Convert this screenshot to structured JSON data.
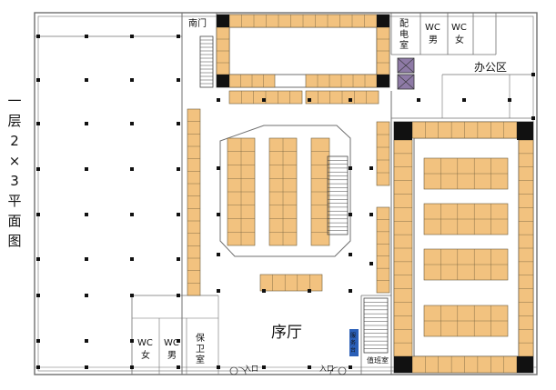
{
  "title_chars": [
    "一",
    "层",
    "2",
    "×",
    "3",
    "平",
    "面",
    "图"
  ],
  "labels": {
    "south_gate": "南门",
    "power_room": [
      "配",
      "电",
      "室"
    ],
    "wc_male_top": [
      "WC",
      "男"
    ],
    "wc_female_top": [
      "WC",
      "女"
    ],
    "office_area": "办公区",
    "lobby": "序厅",
    "wc_female_bottom": [
      "WC",
      "女"
    ],
    "wc_male_bottom": [
      "WC",
      "男"
    ],
    "guard_room": [
      "保",
      "卫",
      "室"
    ],
    "entrance_left": "入口",
    "entrance_right": "入口",
    "service_desk": [
      "服",
      "务",
      "台"
    ],
    "duty_room": "值班室"
  },
  "colors": {
    "booth": "#f2c27f",
    "booth_edge": "#6b5a3a",
    "wall": "#6f6f6f",
    "column": "#111111",
    "corner_block": "#111111",
    "elevator": "#8e7aa6",
    "service_desk": "#2a5fb8"
  }
}
